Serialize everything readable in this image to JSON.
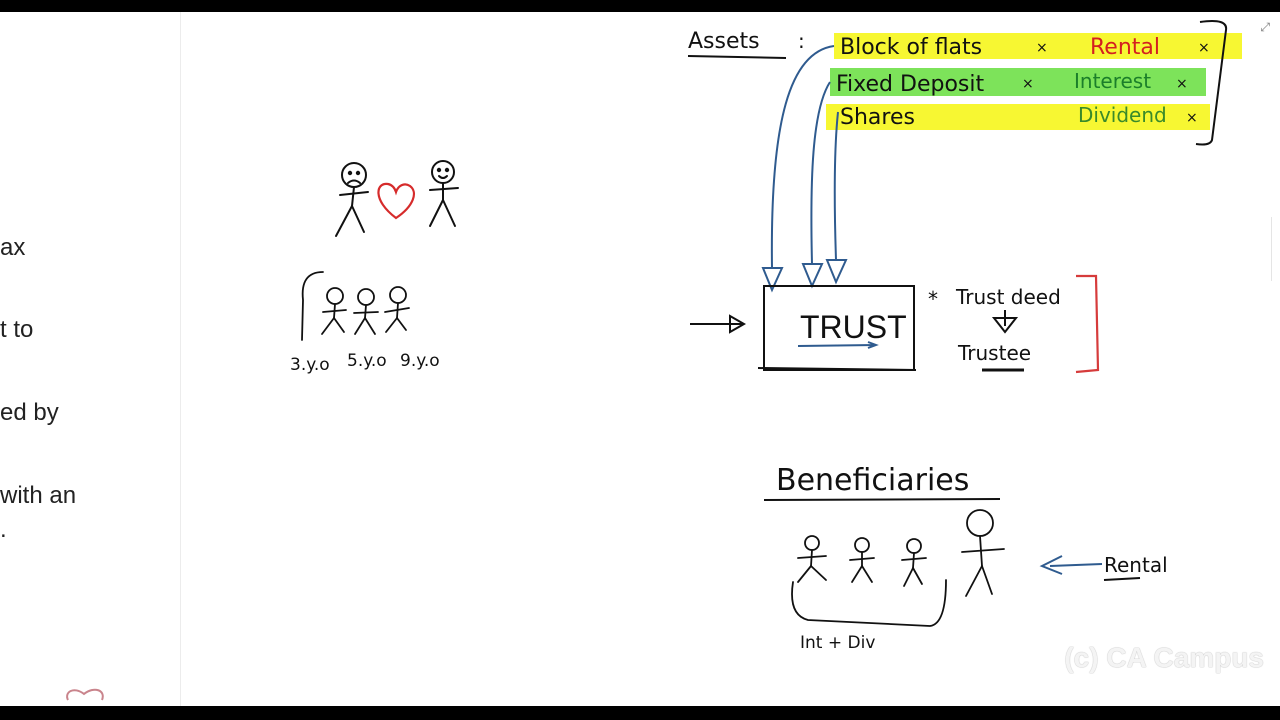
{
  "left_panel": {
    "lines": [
      "ax",
      "t to",
      "ed by",
      "with an",
      "."
    ]
  },
  "assets": {
    "label": "Assets",
    "items": [
      {
        "name": "Block of flats",
        "income": "Rental",
        "highlight": "#f7f732",
        "income_color": "#d42020"
      },
      {
        "name": "Fixed Deposit",
        "income": "Interest",
        "highlight": "#7de35a",
        "income_color": "#1b7f2a"
      },
      {
        "name": "Shares",
        "income": "Dividend",
        "highlight": "#f7f732",
        "income_color": "#3a8a2a"
      }
    ]
  },
  "trust": {
    "box_label": "TRUST",
    "deed": "Trust deed",
    "trustee": "Trustee"
  },
  "family": {
    "child_ages": [
      "3.y.o",
      "5.y.o",
      "9.y.o"
    ]
  },
  "beneficiaries": {
    "title": "Beneficiaries",
    "rental_label": "Rental",
    "bracket_label": "Int + Div"
  },
  "watermark": "(c) CA Campus",
  "colors": {
    "heart": "#d62b2b",
    "arrow_blue": "#2f5b8f",
    "bracket_red": "#d63b3b",
    "ink": "#111111"
  }
}
